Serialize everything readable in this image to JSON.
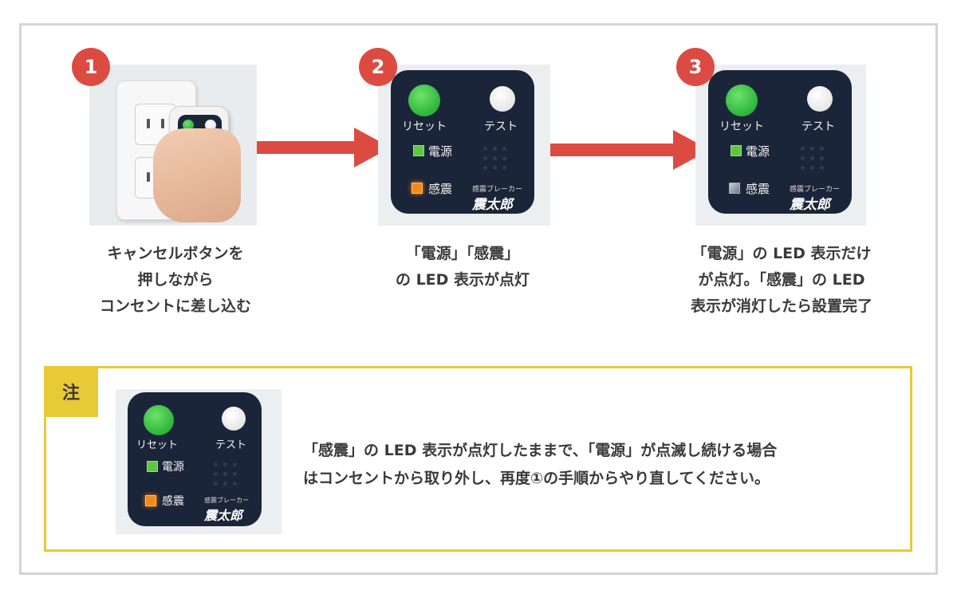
{
  "steps": [
    {
      "number": "1",
      "caption_lines": [
        "キャンセルボタンを",
        "押しながら",
        "コンセントに差し込む"
      ]
    },
    {
      "number": "2",
      "caption_lines": [
        "「電源」「感震」",
        "の LED 表示が点灯"
      ]
    },
    {
      "number": "3",
      "caption_lines": [
        "「電源」の LED 表示だけ",
        "が点灯。「感震」の LED",
        "表示が消灯したら設置完了"
      ]
    }
  ],
  "device": {
    "reset_label": "リセット",
    "test_label": "テスト",
    "power_label": "電源",
    "quake_label": "感震",
    "brand_sub": "感震ブレーカー",
    "brand_name": "震太郎"
  },
  "note": {
    "tag": "注",
    "lines": [
      "「感震」の LED 表示が点灯したままで、「電源」が点滅し続ける場合",
      "はコンセントから取り外し、再度①の手順からやり直してください。"
    ]
  },
  "colors": {
    "badge": "#dc4b42",
    "arrow": "#dc4b42",
    "note_border": "#e8c938",
    "panel": "#1b2539",
    "frame": "#d4d4d4"
  }
}
